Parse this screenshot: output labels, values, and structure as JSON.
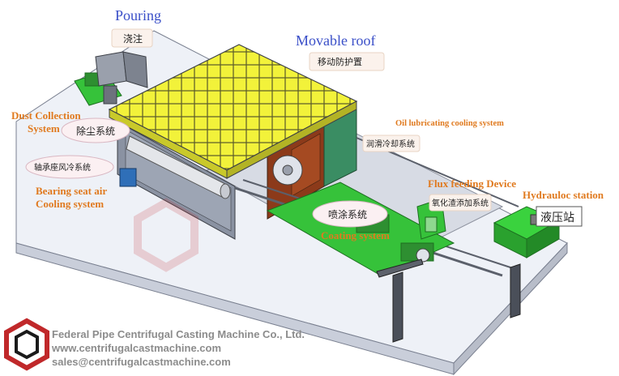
{
  "labels": {
    "pouring": "Pouring",
    "pouring_zh": "浇注",
    "movable_roof": "Movable roof",
    "movable_roof_zh": "移动防护置",
    "dust_collection_line1": "Dust Collection",
    "dust_collection_line2": "System",
    "dust_collection_zh": "除尘系统",
    "oil_lubricating": "Oil lubricating cooling system",
    "oil_lubricating_zh": "润滑冷却系统",
    "bearing_zh": "轴承座风冷系统",
    "bearing_line1": "Bearing seat air",
    "bearing_line2": "Cooling system",
    "flux_feeding": "Flux feeding Device",
    "flux_feeding_zh": "氧化渣添加系统",
    "hydraulic": "Hydrauloc station",
    "hydraulic_zh": "液压站",
    "coating_zh": "喷涂系统",
    "coating": "Coating system"
  },
  "footer": {
    "company": "Federal Pipe Centrifugal Casting Machine Co., Ltd.",
    "website": "www.centrifugalcastmachine.com",
    "email": "sales@centrifugalcastmachine.com"
  },
  "colors": {
    "roof": "#f2f23a",
    "green": "#36c23a",
    "label_blue": "#3a4fc8",
    "label_orange": "#e07a1f",
    "logo_red": "#c0282a"
  }
}
